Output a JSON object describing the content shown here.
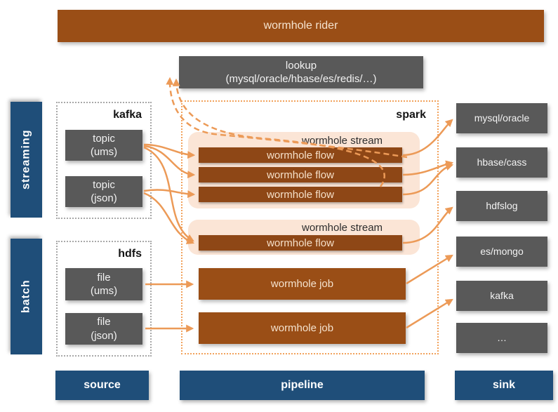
{
  "title": "wormhole rider",
  "lookup": {
    "line1": "lookup",
    "line2": "(mysql/oracle/hbase/es/redis/…)"
  },
  "lanes": {
    "streaming": "streaming",
    "batch": "batch"
  },
  "source_groups": [
    {
      "label": "kafka",
      "items": [
        {
          "line1": "topic",
          "line2": "(ums)"
        },
        {
          "line1": "topic",
          "line2": "(json)"
        }
      ]
    },
    {
      "label": "hdfs",
      "items": [
        {
          "line1": "file",
          "line2": "(ums)"
        },
        {
          "line1": "file",
          "line2": "(json)"
        }
      ]
    }
  ],
  "spark": {
    "label": "spark",
    "streams": [
      {
        "label": "wormhole stream",
        "flows": [
          "wormhole flow",
          "wormhole flow",
          "wormhole flow"
        ]
      },
      {
        "label": "wormhole stream",
        "flows": [
          "wormhole flow"
        ]
      }
    ],
    "jobs": [
      "wormhole job",
      "wormhole job"
    ]
  },
  "sinks": [
    "mysql/oracle",
    "hbase/cass",
    "hdfslog",
    "es/mongo",
    "kafka",
    "…"
  ],
  "footer": {
    "source": "source",
    "pipeline": "pipeline",
    "sink": "sink"
  },
  "colors": {
    "brown": "#9a4e16",
    "flow_brown": "#8e4716",
    "gray": "#595959",
    "blue": "#1f4e79",
    "stream_peach": "#fbe5d6",
    "arrow_orange": "#ec9a57"
  }
}
